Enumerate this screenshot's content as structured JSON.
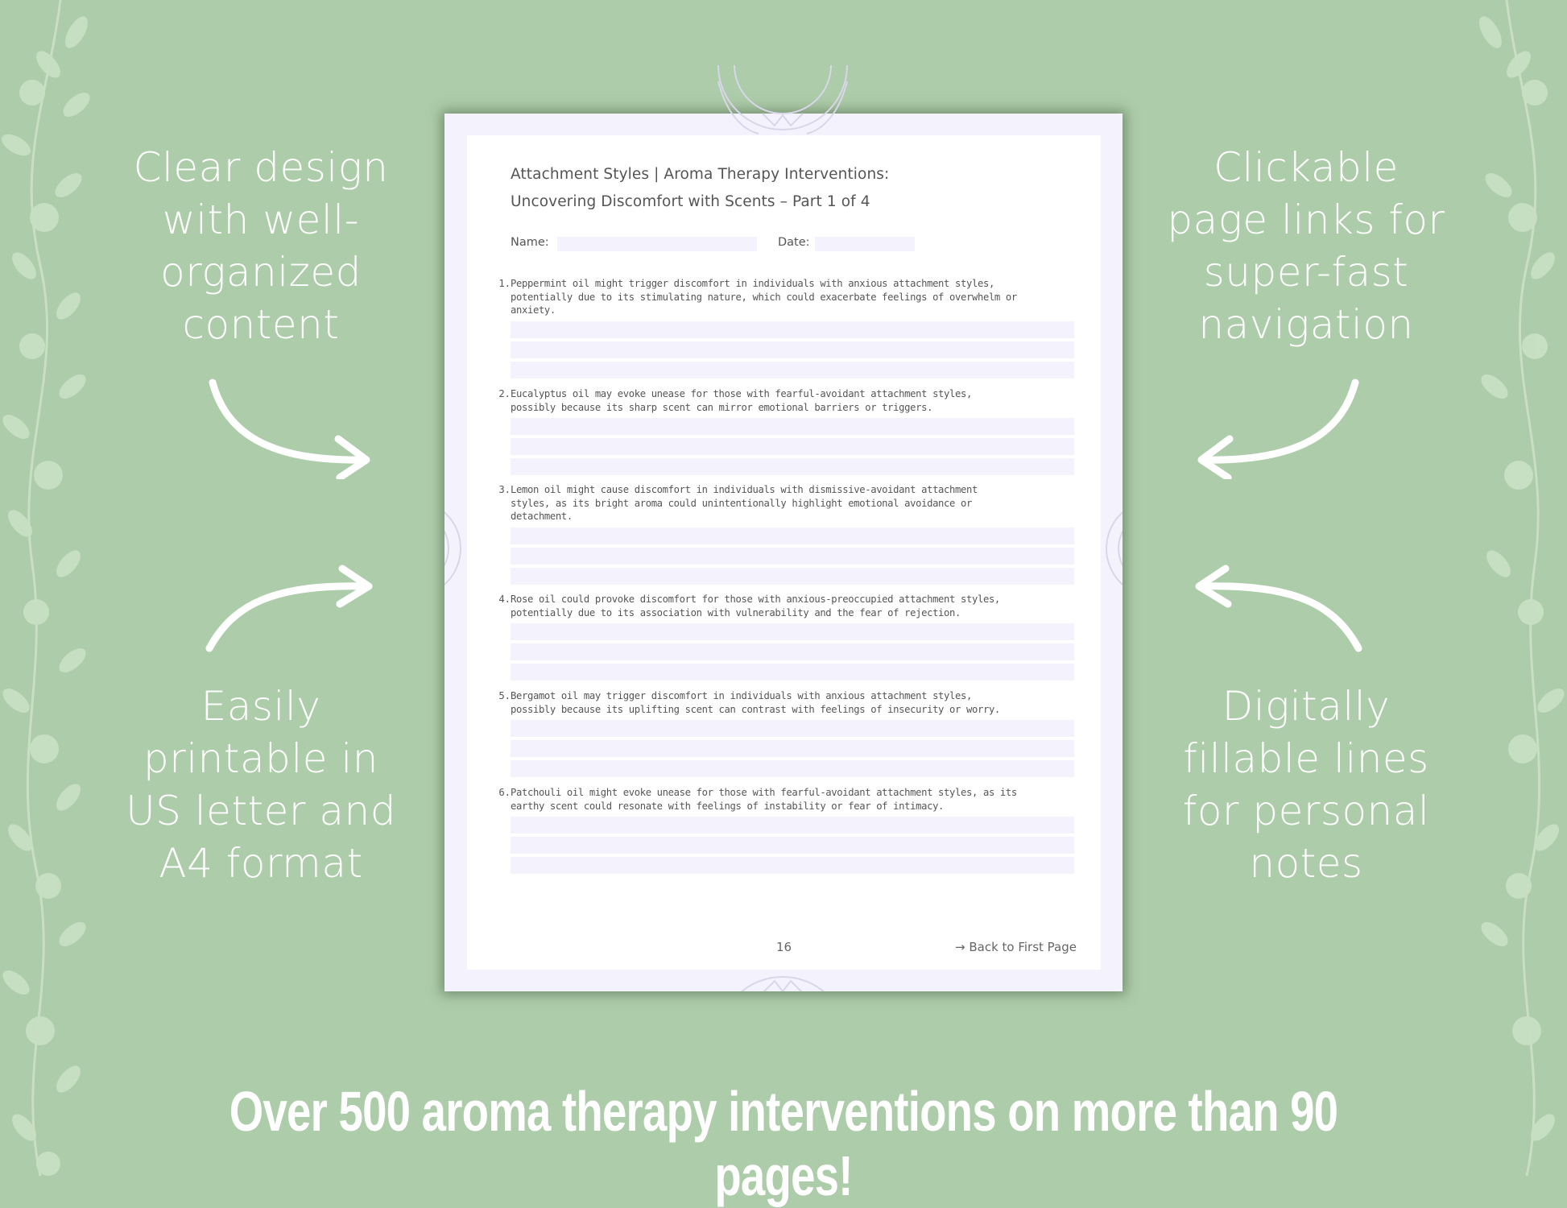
{
  "colors": {
    "background": "#adcca9",
    "floral": "#c8dfc4",
    "page_tint": "#f4f2fd",
    "text_white": "#ffffff",
    "doc_text": "#555555"
  },
  "features": {
    "top_left": [
      "Clear design",
      "with well-",
      "organized",
      "content"
    ],
    "top_right": [
      "Clickable",
      "page links for",
      "super-fast",
      "navigation"
    ],
    "bottom_left": [
      "Easily",
      "printable in",
      "US letter and",
      "A4 format"
    ],
    "bottom_right": [
      "Digitally",
      "fillable lines",
      "for personal",
      "notes"
    ]
  },
  "icons": {
    "arrows": [
      "curved-arrow-down-right",
      "curved-arrow-up-right",
      "curved-arrow-down-left",
      "curved-arrow-up-left"
    ],
    "decor": [
      "floral-vine-left",
      "floral-vine-right",
      "mandala-watermark"
    ]
  },
  "document": {
    "title_line1": "Attachment Styles | Aroma Therapy Interventions:",
    "title_line2": "Uncovering Discomfort with Scents – Part 1 of 4",
    "name_label": "Name:",
    "date_label": "Date:",
    "items": [
      {
        "num": "1.",
        "text": "Peppermint oil might trigger discomfort in individuals with anxious attachment styles,\npotentially due to its stimulating nature, which could exacerbate feelings of overwhelm or\nanxiety."
      },
      {
        "num": "2.",
        "text": "Eucalyptus oil may evoke unease for those with fearful-avoidant attachment styles,\npossibly because its sharp scent can mirror emotional barriers or triggers."
      },
      {
        "num": "3.",
        "text": "Lemon oil might cause discomfort in individuals with dismissive-avoidant attachment\nstyles, as its bright aroma could unintentionally highlight emotional avoidance or\ndetachment."
      },
      {
        "num": "4.",
        "text": "Rose oil could provoke discomfort for those with anxious-preoccupied attachment styles,\npotentially due to its association with vulnerability and the fear of rejection."
      },
      {
        "num": "5.",
        "text": "Bergamot oil may trigger discomfort in individuals with anxious attachment styles,\npossibly because its uplifting scent can contrast with feelings of insecurity or worry."
      },
      {
        "num": "6.",
        "text": "Patchouli oil might evoke unease for those with fearful-avoidant attachment styles, as its\nearthy scent could resonate with feelings of instability or fear of intimacy."
      }
    ],
    "page_number": "16",
    "back_link": "→ Back to First Page"
  },
  "banner": "Over 500 aroma therapy interventions on more than 90 pages!"
}
